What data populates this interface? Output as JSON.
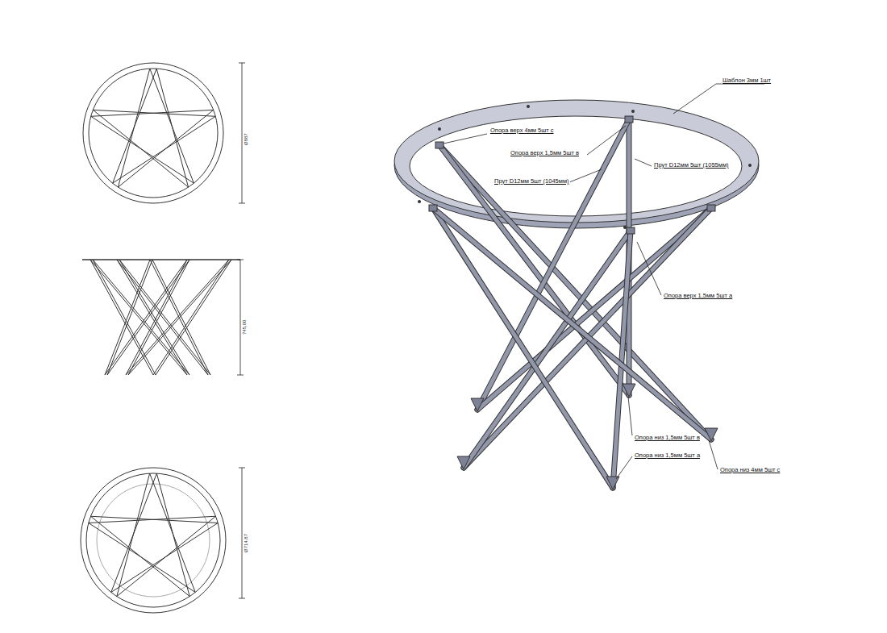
{
  "diagram": {
    "labels": [
      "Шаблон 3мм 1шт",
      "Опора верх 4мм 5шт с",
      "Опора верх 1,5мм 5шт в",
      "Прут D12мм 5шт (1055мм)",
      "Прут D12мм 5шт (1045мм)",
      "Опора верх 1,5мм 5шт а",
      "Опора низ 1,5мм 5шт в",
      "Опора низ 1,5мм 5шт а",
      "Опора низ 4мм 5шт с",
      "Ø887",
      "745,00",
      "Ø714,87"
    ]
  }
}
